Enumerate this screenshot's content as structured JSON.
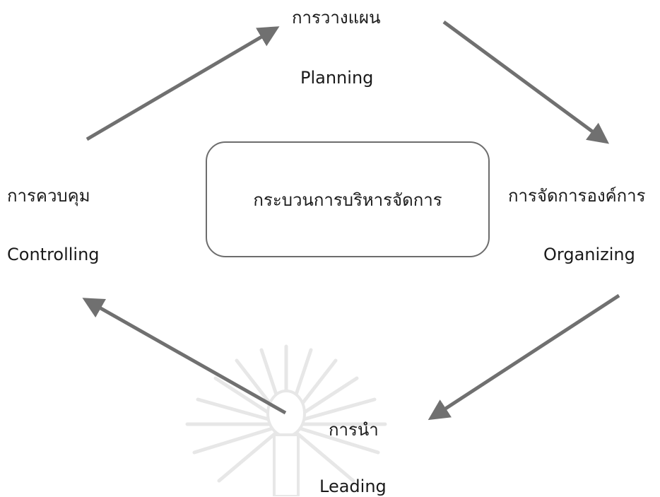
{
  "diagram": {
    "center": "กระบวนการบริหารจัดการ",
    "nodes": {
      "planning": {
        "thai": "การวางแผน",
        "english": "Planning"
      },
      "organizing": {
        "thai": "การจัดการองค์การ",
        "english": "Organizing"
      },
      "leading": {
        "thai": "การนำ",
        "english": "Leading"
      },
      "controlling": {
        "thai": "การควบคุม",
        "english": "Controlling"
      }
    },
    "arrow_color": "#707070",
    "watermark": "university-emblem"
  }
}
